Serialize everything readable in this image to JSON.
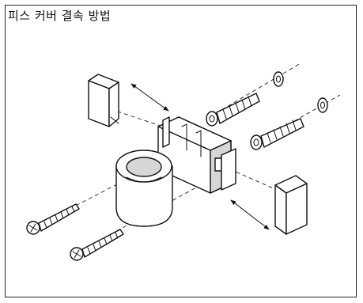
{
  "title": "피스 커버 결속 방법",
  "colors": {
    "frame": "#222222",
    "line": "#111111",
    "shade": "#d6d6d6",
    "background": "#ffffff"
  },
  "parts": [
    {
      "name": "bracket-body"
    },
    {
      "name": "pipe-clamp-ring"
    },
    {
      "name": "screw-cover-left"
    },
    {
      "name": "screw-cover-right"
    },
    {
      "name": "wall-anchor-top"
    },
    {
      "name": "wall-anchor-lower"
    },
    {
      "name": "screw-upper"
    },
    {
      "name": "screw-lower"
    },
    {
      "name": "washer-top"
    },
    {
      "name": "washer-right"
    }
  ]
}
